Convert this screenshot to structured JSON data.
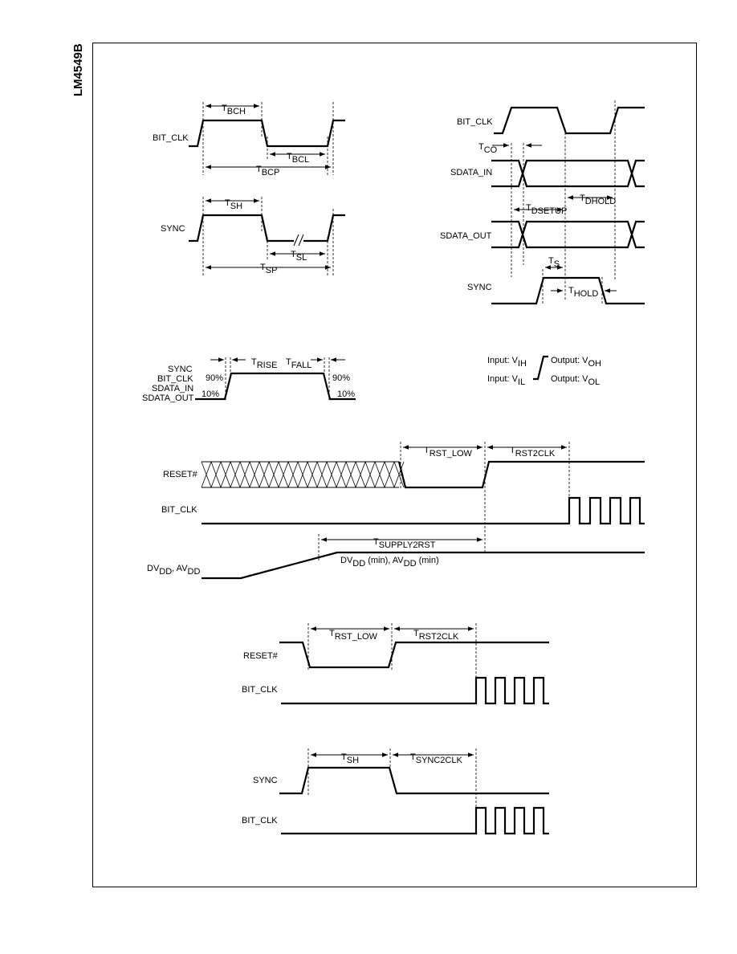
{
  "document": {
    "part_number": "LM4549B"
  },
  "figures": {
    "bitclk_timing": {
      "signal_bitclk": "BIT_CLK",
      "t_bch": {
        "main": "T",
        "sub": "BCH"
      },
      "t_bcl": {
        "main": "T",
        "sub": "BCL"
      },
      "t_bcp": {
        "main": "T",
        "sub": "BCP"
      }
    },
    "sync_timing": {
      "signal_sync": "SYNC",
      "t_sh": {
        "main": "T",
        "sub": "SH"
      },
      "t_sl": {
        "main": "T",
        "sub": "SL"
      },
      "t_sp": {
        "main": "T",
        "sub": "SP"
      }
    },
    "data_timing": {
      "signal_bitclk": "BIT_CLK",
      "signal_sdata_in": "SDATA_IN",
      "signal_sdata_out": "SDATA_OUT",
      "signal_sync": "SYNC",
      "t_co": {
        "main": "T",
        "sub": "CO"
      },
      "t_dsetup": {
        "main": "T",
        "sub": "DSETUP"
      },
      "t_dhold": {
        "main": "T",
        "sub": "DHOLD"
      },
      "t_s": {
        "main": "T",
        "sub": "S"
      },
      "t_hold": {
        "main": "T",
        "sub": "HOLD"
      }
    },
    "rise_fall": {
      "signals": [
        "SYNC",
        "BIT_CLK",
        "SDATA_IN",
        "SDATA_OUT"
      ],
      "pct_90_left": "90%",
      "pct_10_left": "10%",
      "pct_90_right": "90%",
      "pct_10_right": "10%",
      "t_rise": {
        "main": "T",
        "sub": "RISE"
      },
      "t_fall": {
        "main": "T",
        "sub": "FALL"
      }
    },
    "legend": {
      "input_high": {
        "main": "Input: V",
        "sub": "IH"
      },
      "input_low": {
        "main": "Input: V",
        "sub": "IL"
      },
      "output_high": {
        "main": "Output: V",
        "sub": "OH"
      },
      "output_low": {
        "main": "Output: V",
        "sub": "OL"
      }
    },
    "power_on_reset": {
      "signal_reset": "RESET#",
      "signal_bitclk": "BIT_CLK",
      "signal_supply": {
        "p1": "DV",
        "s1": "DD",
        "p2": ", AV",
        "s2": "DD"
      },
      "t_rst_low": {
        "main": "T",
        "sub": "RST_LOW"
      },
      "t_rst2clk": {
        "main": "T",
        "sub": "RST2CLK"
      },
      "t_supply2rst": {
        "main": "T",
        "sub": "SUPPLY2RST"
      },
      "supply_min": {
        "p1": "DV",
        "s1": "DD",
        "p2": " (min), AV",
        "s2": "DD",
        "p3": " (min)"
      }
    },
    "cold_reset": {
      "signal_reset": "RESET#",
      "signal_bitclk": "BIT_CLK",
      "t_rst_low": {
        "main": "T",
        "sub": "RST_LOW"
      },
      "t_rst2clk": {
        "main": "T",
        "sub": "RST2CLK"
      }
    },
    "warm_reset": {
      "signal_sync": "SYNC",
      "signal_bitclk": "BIT_CLK",
      "t_sh": {
        "main": "T",
        "sub": "SH"
      },
      "t_sync2clk": {
        "main": "T",
        "sub": "SYNC2CLK"
      }
    }
  }
}
